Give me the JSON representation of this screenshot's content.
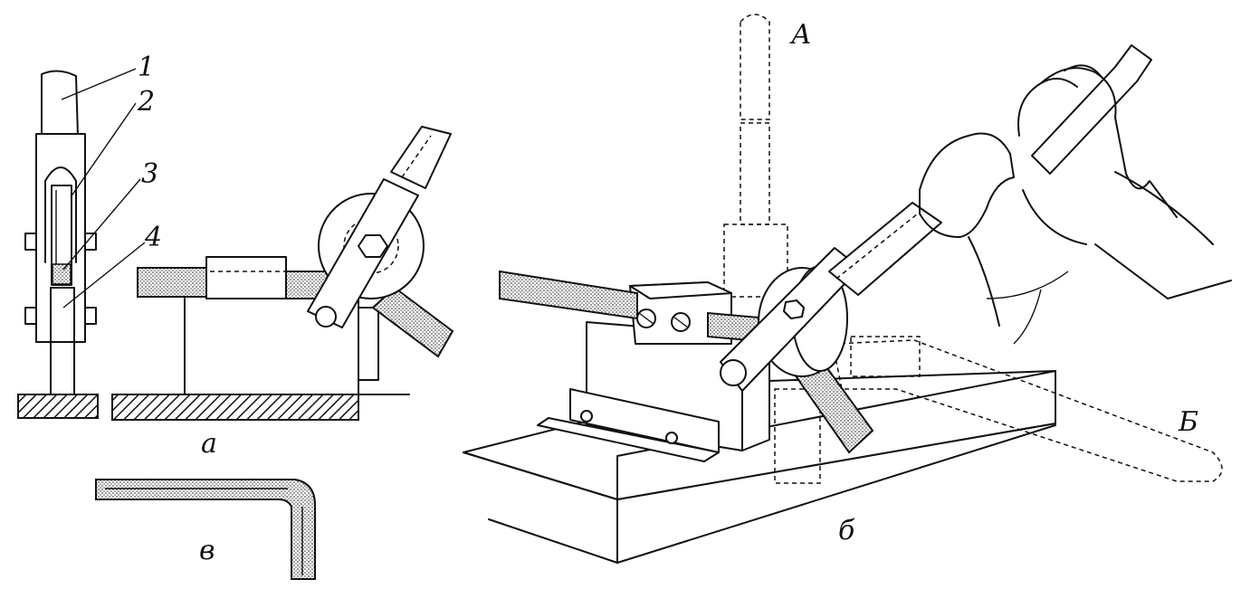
{
  "labels": {
    "callout_1": "1",
    "callout_2": "2",
    "callout_3": "3",
    "callout_4": "4",
    "view_a": "а",
    "view_b": "б",
    "view_v": "в",
    "position_A": "А",
    "position_B": "Б"
  },
  "colors": {
    "line": "#111111",
    "background": "#ffffff",
    "stock_fill": "#d9d9d9"
  }
}
